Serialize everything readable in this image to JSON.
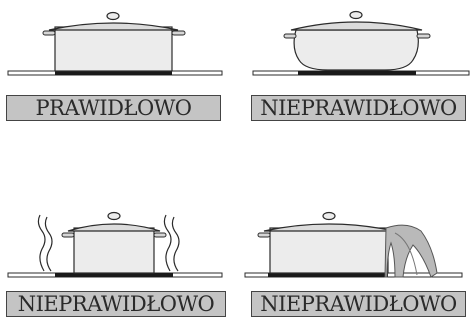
{
  "panels": [
    {
      "label": "PRAWIDŁOWO",
      "status": "correct"
    },
    {
      "label": "NIEPRAWIDŁOWO",
      "status": "incorrect"
    },
    {
      "label": "NIEPRAWIDŁOWO",
      "status": "incorrect"
    },
    {
      "label": "NIEPRAWIDŁOWO",
      "status": "incorrect"
    }
  ],
  "colors": {
    "line": "#2b2b2b",
    "pot_fill": "#e6e6e6",
    "hob": "#1a1a1a",
    "label_bg": "#c4c4c4",
    "flame": "#9a9a9a"
  }
}
